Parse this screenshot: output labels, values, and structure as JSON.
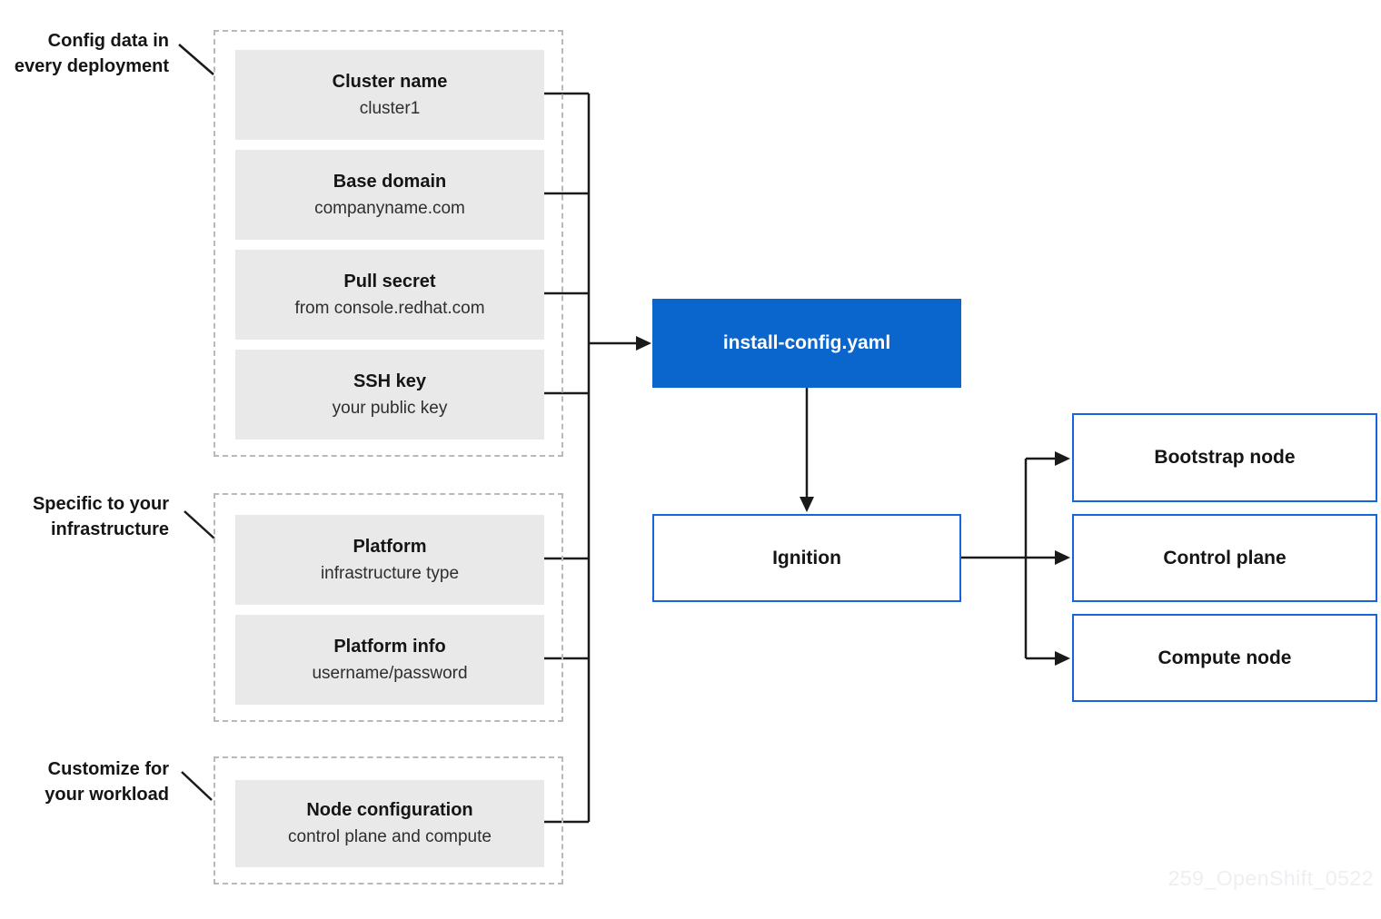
{
  "groups": [
    {
      "annotation": {
        "line1": "Config data in",
        "line2": "every deployment"
      },
      "items": [
        {
          "title": "Cluster name",
          "subtitle": "cluster1"
        },
        {
          "title": "Base domain",
          "subtitle": "companyname.com"
        },
        {
          "title": "Pull secret",
          "subtitle": "from console.redhat.com"
        },
        {
          "title": "SSH key",
          "subtitle": "your public key"
        }
      ]
    },
    {
      "annotation": {
        "line1": "Specific to your",
        "line2": "infrastructure"
      },
      "items": [
        {
          "title": "Platform",
          "subtitle": "infrastructure type"
        },
        {
          "title": "Platform info",
          "subtitle": "username/password"
        }
      ]
    },
    {
      "annotation": {
        "line1": "Customize for",
        "line2": "your workload"
      },
      "items": [
        {
          "title": "Node configuration",
          "subtitle": "control plane and compute"
        }
      ]
    }
  ],
  "center": {
    "install_config_label": "install-config.yaml",
    "ignition_label": "Ignition"
  },
  "outputs": [
    {
      "label": "Bootstrap node"
    },
    {
      "label": "Control plane"
    },
    {
      "label": "Compute node"
    }
  ],
  "watermark": "259_OpenShift_0522",
  "colors": {
    "accent_blue_fill": "#0a66cc",
    "outline_blue": "#1665dc",
    "box_gray": "#e9e9e9",
    "dashed_border_gray": "#b9b9b9",
    "line_black": "#1a1a1a",
    "watermark_gray": "#edeff1"
  }
}
